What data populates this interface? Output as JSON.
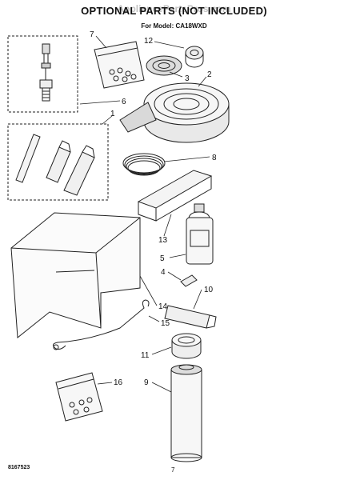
{
  "page": {
    "title": "OPTIONAL PARTS (NOT INCLUDED)",
    "subtitle": "For Model: CA18WXD",
    "watermark": "AppliancePartsPros.com",
    "footer_code": "8167523",
    "page_number": "7"
  },
  "callouts": {
    "c1": "1",
    "c2": "2",
    "c3": "3",
    "c4": "4",
    "c5": "5",
    "c6": "6",
    "c7": "7",
    "c8": "8",
    "c9": "9",
    "c10": "10",
    "c11": "11",
    "c12": "12",
    "c13": "13",
    "c14": "14",
    "c15": "15",
    "c16": "16"
  }
}
